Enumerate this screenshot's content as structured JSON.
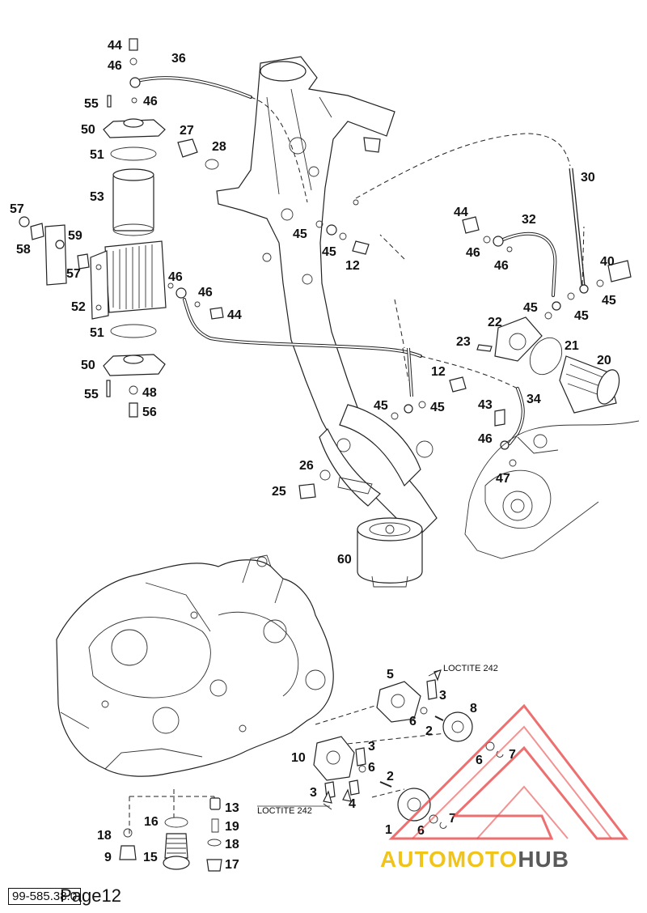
{
  "diagram": {
    "callouts": [
      {
        "id": "c44a",
        "text": "44"
      },
      {
        "id": "c46a",
        "text": "46"
      },
      {
        "id": "c36",
        "text": "36"
      },
      {
        "id": "c55a",
        "text": "55"
      },
      {
        "id": "c46b",
        "text": "46"
      },
      {
        "id": "c50a",
        "text": "50"
      },
      {
        "id": "c27",
        "text": "27"
      },
      {
        "id": "c28",
        "text": "28"
      },
      {
        "id": "c51a",
        "text": "51"
      },
      {
        "id": "c53",
        "text": "53"
      },
      {
        "id": "c57a",
        "text": "57"
      },
      {
        "id": "c59",
        "text": "59"
      },
      {
        "id": "c58",
        "text": "58"
      },
      {
        "id": "c57b",
        "text": "57"
      },
      {
        "id": "c52",
        "text": "52"
      },
      {
        "id": "c46c",
        "text": "46"
      },
      {
        "id": "c46d",
        "text": "46"
      },
      {
        "id": "c44b",
        "text": "44"
      },
      {
        "id": "c51b",
        "text": "51"
      },
      {
        "id": "c50b",
        "text": "50"
      },
      {
        "id": "c55b",
        "text": "55"
      },
      {
        "id": "c48",
        "text": "48"
      },
      {
        "id": "c56",
        "text": "56"
      },
      {
        "id": "c45a",
        "text": "45"
      },
      {
        "id": "c45b",
        "text": "45"
      },
      {
        "id": "c12a",
        "text": "12"
      },
      {
        "id": "c30",
        "text": "30"
      },
      {
        "id": "c44c",
        "text": "44"
      },
      {
        "id": "c32",
        "text": "32"
      },
      {
        "id": "c46e",
        "text": "46"
      },
      {
        "id": "c46f",
        "text": "46"
      },
      {
        "id": "c40",
        "text": "40"
      },
      {
        "id": "c45c",
        "text": "45"
      },
      {
        "id": "c45d",
        "text": "45"
      },
      {
        "id": "c45e",
        "text": "45"
      },
      {
        "id": "c22",
        "text": "22"
      },
      {
        "id": "c23",
        "text": "23"
      },
      {
        "id": "c21",
        "text": "21"
      },
      {
        "id": "c20",
        "text": "20"
      },
      {
        "id": "c12b",
        "text": "12"
      },
      {
        "id": "c45f",
        "text": "45"
      },
      {
        "id": "c45g",
        "text": "45"
      },
      {
        "id": "c43",
        "text": "43"
      },
      {
        "id": "c34",
        "text": "34"
      },
      {
        "id": "c46g",
        "text": "46"
      },
      {
        "id": "c47",
        "text": "47"
      },
      {
        "id": "c26",
        "text": "26"
      },
      {
        "id": "c25",
        "text": "25"
      },
      {
        "id": "c60",
        "text": "60"
      },
      {
        "id": "c5",
        "text": "5"
      },
      {
        "id": "c3a",
        "text": "3"
      },
      {
        "id": "c8",
        "text": "8"
      },
      {
        "id": "c6a",
        "text": "6"
      },
      {
        "id": "c2a",
        "text": "2"
      },
      {
        "id": "c6b",
        "text": "6"
      },
      {
        "id": "c7a",
        "text": "7"
      },
      {
        "id": "c10",
        "text": "10"
      },
      {
        "id": "c3b",
        "text": "3"
      },
      {
        "id": "c6c",
        "text": "6"
      },
      {
        "id": "c2b",
        "text": "2"
      },
      {
        "id": "c3c",
        "text": "3"
      },
      {
        "id": "c4",
        "text": "4"
      },
      {
        "id": "c1",
        "text": "1"
      },
      {
        "id": "c6d",
        "text": "6"
      },
      {
        "id": "c7b",
        "text": "7"
      },
      {
        "id": "c13",
        "text": "13"
      },
      {
        "id": "c16",
        "text": "16"
      },
      {
        "id": "c19",
        "text": "19"
      },
      {
        "id": "c18a",
        "text": "18"
      },
      {
        "id": "c18b",
        "text": "18"
      },
      {
        "id": "c9",
        "text": "9"
      },
      {
        "id": "c15",
        "text": "15"
      },
      {
        "id": "c17",
        "text": "17"
      }
    ],
    "loctite_notes": [
      "LOCTITE 242",
      "LOCTITE 242"
    ]
  },
  "footer": {
    "part_number": "99-585.38.0",
    "page_label": "Page12"
  },
  "watermark": {
    "brand_part1": "AUTOMOTO",
    "brand_part2": "HUB",
    "colors": {
      "triangle": "#e84b4b",
      "accent": "#f0c419",
      "dark": "#5a5a5a"
    }
  }
}
